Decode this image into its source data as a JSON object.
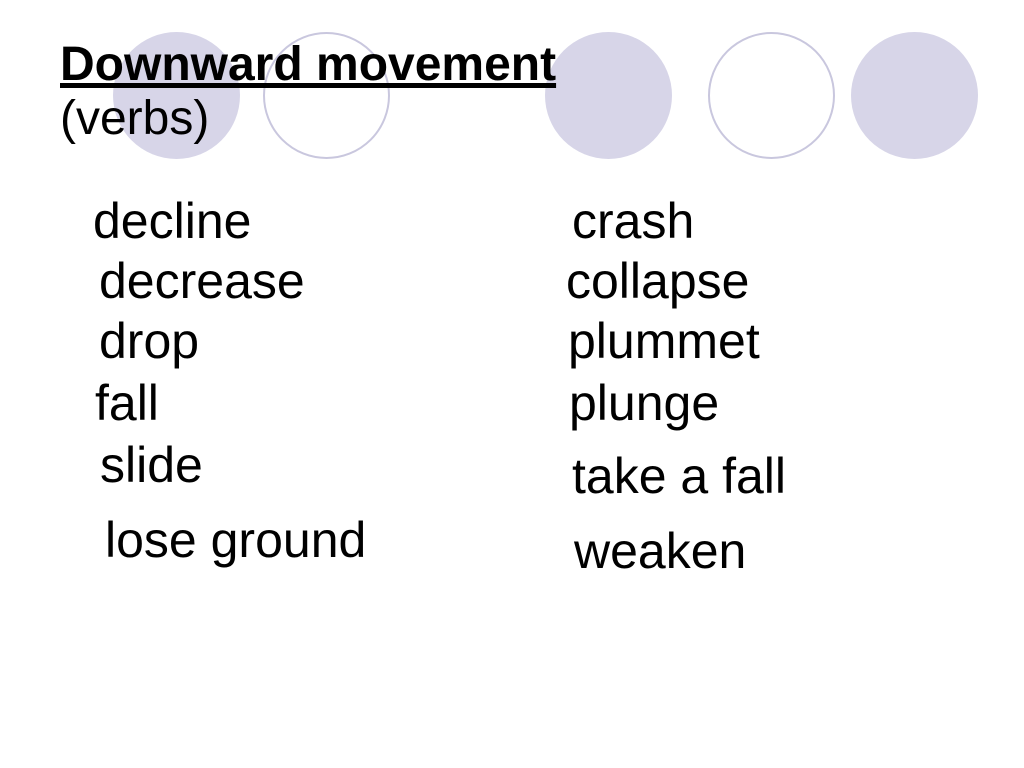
{
  "slide": {
    "title": "Downward movement",
    "subtitle": "(verbs)"
  },
  "verbs": {
    "left": [
      "decline",
      "decrease",
      "drop",
      "fall",
      "slide",
      "lose ground"
    ],
    "right": [
      "crash",
      "collapse",
      "plummet",
      "plunge",
      "take a fall",
      "weaken"
    ]
  },
  "decor": {
    "circle_pattern": [
      "filled",
      "outline",
      "filled",
      "outline",
      "filled"
    ],
    "circle_fill_color": "#d7d5e8",
    "circle_outline_color": "#c9c7de",
    "text_color": "#000000",
    "background_color": "#ffffff"
  }
}
